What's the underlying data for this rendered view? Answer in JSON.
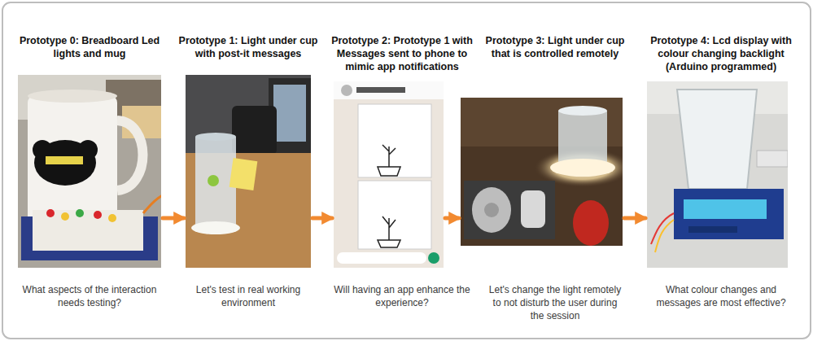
{
  "diagram": {
    "nodes": [
      {
        "text": [
          "Prototype 0: Breadboard Led lights and mug",
          "What aspects of the interaction needs testing?"
        ]
      },
      {
        "text": [
          "Prototype 1: Light under cup with post-it messages",
          "Let's test in real working environment"
        ]
      },
      {
        "text": [
          "Prototype 2: Prototype 1 with Messages sent to phone to mimic app notifications",
          "Will having an app enhance the experience?"
        ]
      },
      {
        "text": [
          "Prototype 3: Light under cup that is controlled remotely",
          "Let's change the light remotely to not disturb the user during the session"
        ]
      },
      {
        "text": [
          "Prototype 4: Lcd display with colour changing backlight (Arduino programmed)",
          "What colour changes and messages are most effective?"
        ]
      }
    ],
    "edges": [
      {
        "from": 0,
        "to": 1,
        "arrow": "to"
      },
      {
        "from": 1,
        "to": 2,
        "arrow": "to"
      },
      {
        "from": 2,
        "to": 3,
        "arrow": "to"
      },
      {
        "from": 3,
        "to": 4,
        "arrow": "to"
      }
    ]
  }
}
